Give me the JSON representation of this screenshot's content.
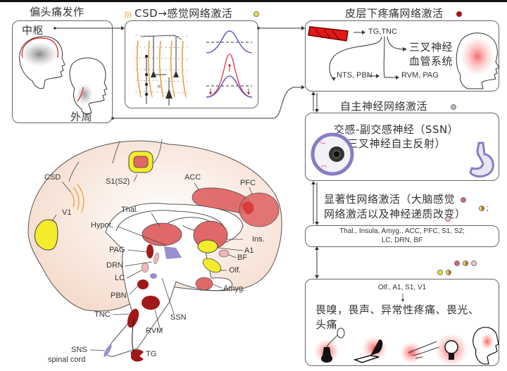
{
  "panels": {
    "attack": {
      "title": "偏头痛发作",
      "central_label": "中枢",
      "peripheral_label": "外周"
    },
    "csd": {
      "title": "CSD→感觉网络激活",
      "marker_color": "#e8e23a"
    },
    "subcortical": {
      "title": "皮层下疼痛网络激活",
      "marker_color": "#a01818",
      "tg_tnc": "TG,TNC",
      "trigeminal_line1": "三叉神经",
      "trigeminal_line2": "血管系统",
      "nts_pbn": "NTS, PBN",
      "rvm_pag": "RVM, PAG"
    },
    "autonomic": {
      "title": "自主神经网络激活",
      "marker_color": "#b9b3dc",
      "line1": "交感-副交感神经（SSN）",
      "line2": "（三叉神经自主反射）"
    },
    "salience": {
      "title_line1": "显著性网络激活（大脑感觉",
      "title_line2": "网络激活以及神经递质改变）",
      "regions_line1": "Thal., Insula, Amyg., ACC, PFC, S1, S2;",
      "regions_line2": "LC, DRN, BF",
      "semicolon": ";"
    },
    "symptoms": {
      "areas": "Olf., A1, S1, V1",
      "line1": "畏嗅，畏声、异常性疼痛、畏光、",
      "line2": "头痛",
      "icons": [
        "perfume-bottle",
        "gramophone",
        "touching-hand",
        "light-bulb",
        "head-pain"
      ]
    }
  },
  "brain_labels": {
    "csd": "CSD",
    "v1": "V1",
    "s1s2": "S1(S2)",
    "acc": "ACC",
    "pfc": "PFC",
    "thal": "Thal.",
    "hypot": "Hypot.",
    "ins": "Ins.",
    "a1": "A1",
    "bf": "BF",
    "olf": "Olf.",
    "amyg": "Amyg.",
    "pag": "PAG",
    "drn": "DRN",
    "lc": "LC",
    "pbn": "PBN",
    "tnc": "TNC",
    "rvm": "RVM",
    "ssn": "SSN",
    "sns": "SNS",
    "spinal_cord": "spinal cord",
    "tg": "TG"
  },
  "colors": {
    "red_region": "#e06868",
    "dark_red": "#a01818",
    "yellow": "#f4ec2a",
    "purple": "#9b8fcf",
    "pink": "#f0b8b8",
    "brain_fill": "#f7e6dc"
  }
}
